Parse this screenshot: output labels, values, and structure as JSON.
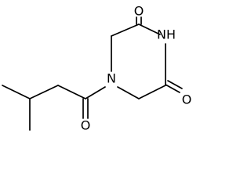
{
  "structure": {
    "atom_labels": {
      "oxygen_top": "O",
      "nitrogen_amide": "NH",
      "oxygen_right": "O",
      "nitrogen_ring": "N",
      "oxygen_acyl": "O"
    }
  },
  "colors": {
    "background": "#ffffff",
    "ink": "#000000"
  }
}
